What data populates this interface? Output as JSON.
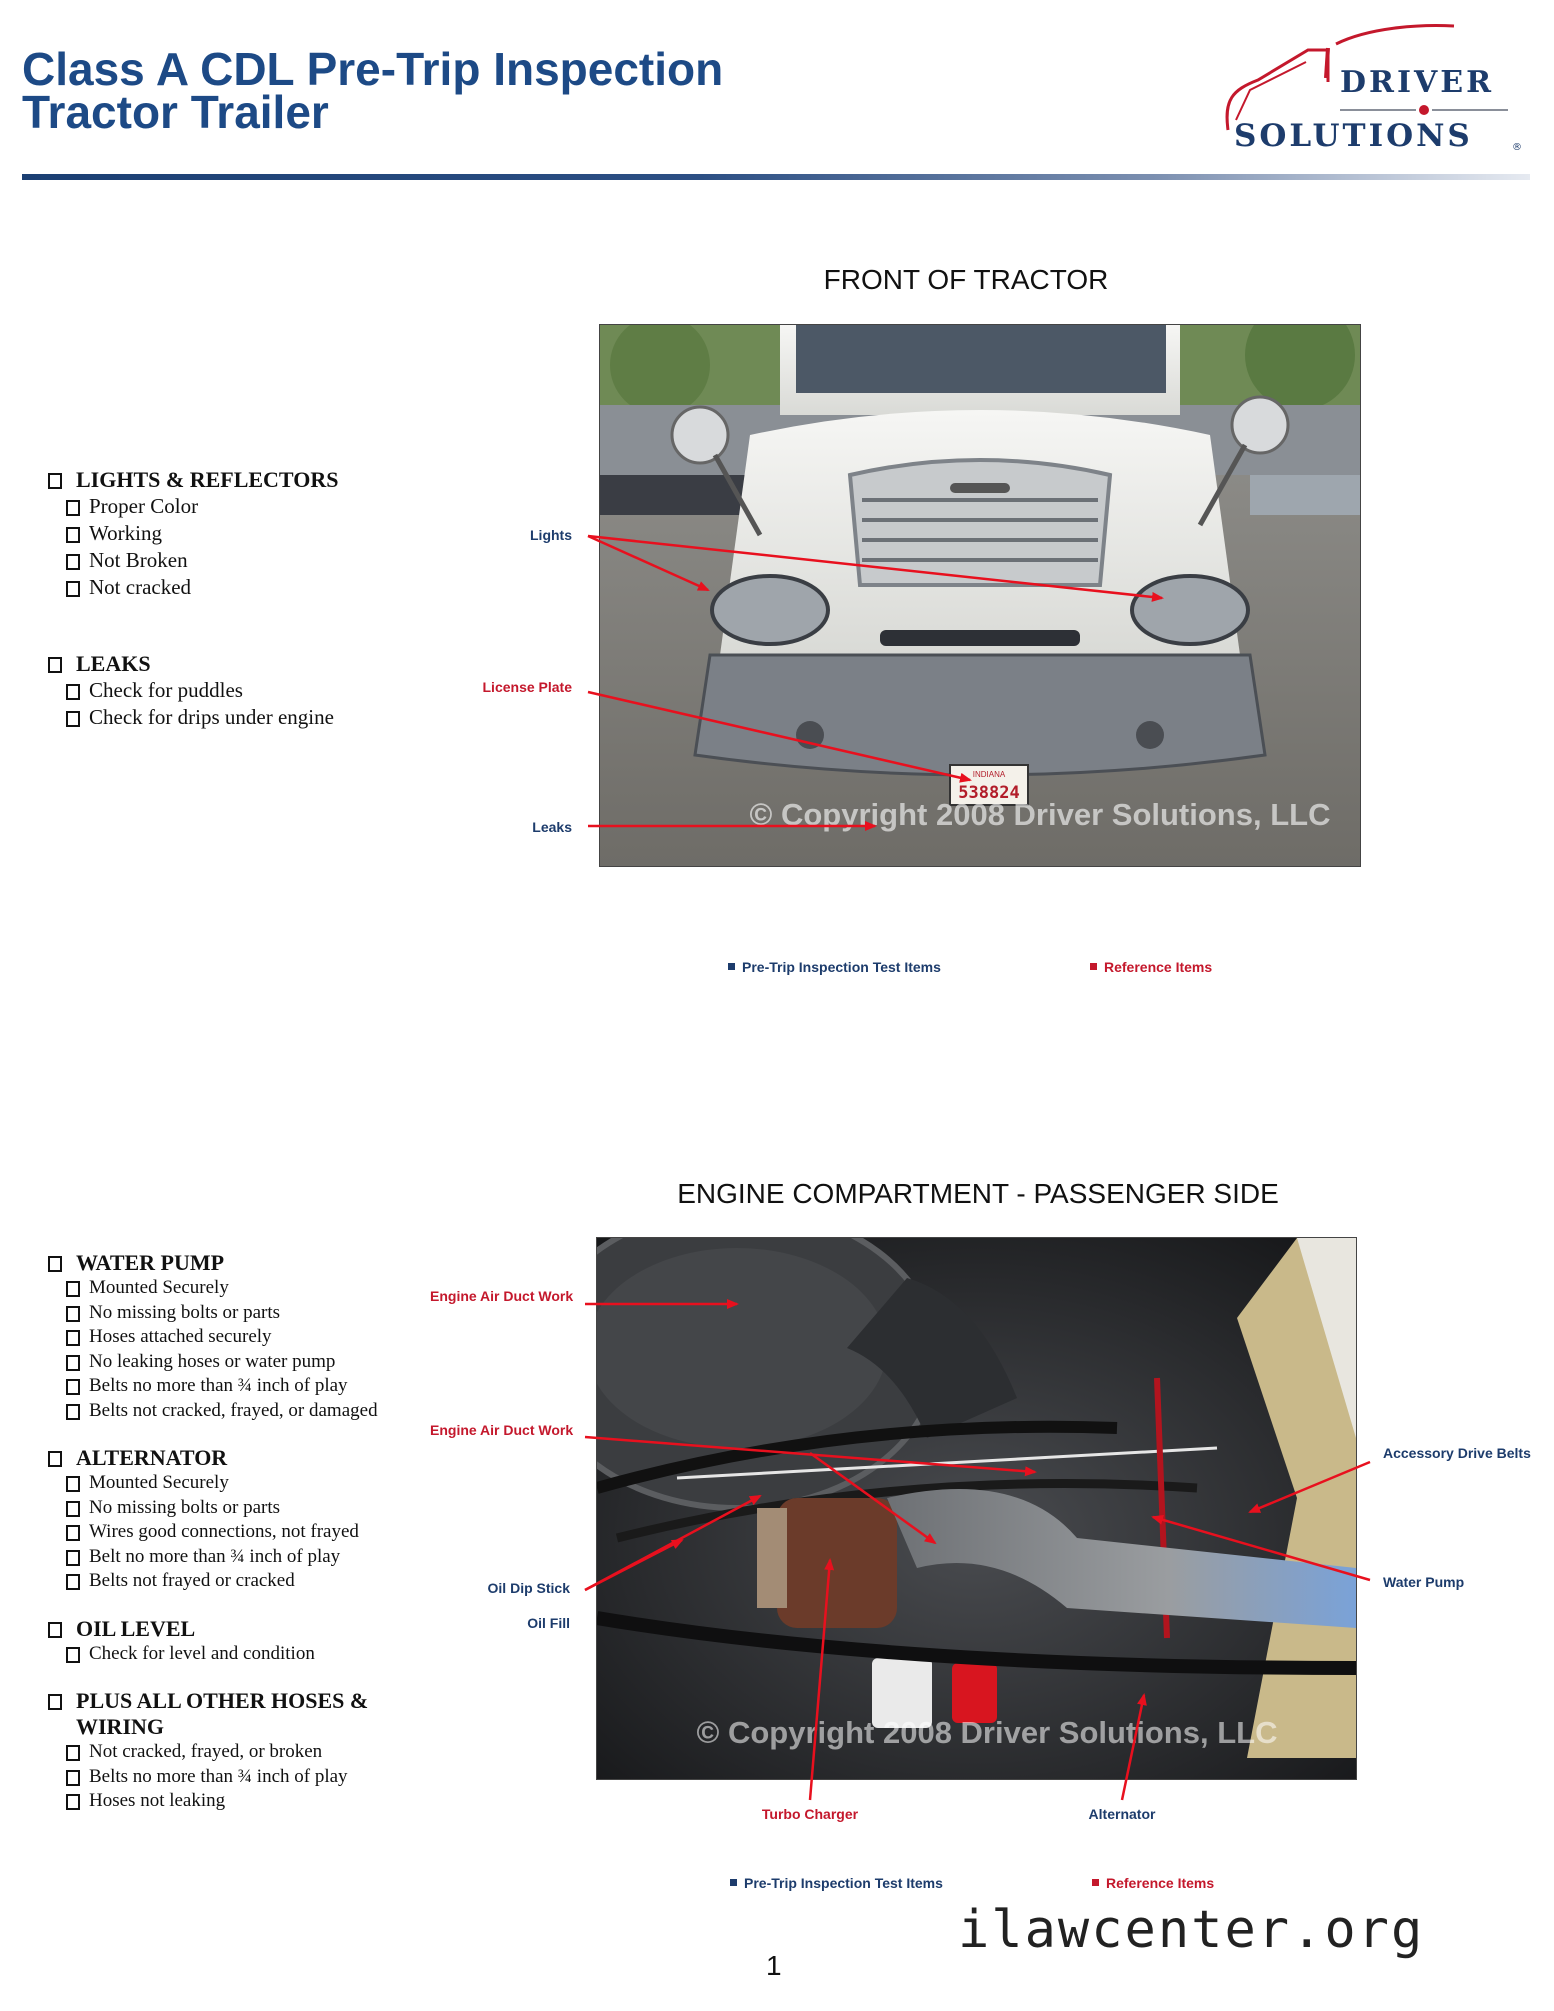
{
  "header": {
    "title_line1": "Class A CDL Pre-Trip Inspection",
    "title_line2": "Tractor Trailer",
    "logo": {
      "word1": "DRIVER",
      "word2": "SOLUTIONS",
      "mark": "®"
    },
    "rule_color": "#1b3f73"
  },
  "section1": {
    "heading": "FRONT OF TRACTOR",
    "checklist": [
      {
        "title": "LIGHTS & REFLECTORS",
        "items": [
          "Proper Color",
          "Working",
          "Not Broken",
          "Not cracked"
        ]
      },
      {
        "title": "LEAKS",
        "items": [
          "Check for puddles",
          "Check for drips under engine"
        ]
      }
    ],
    "callouts": {
      "lights": "Lights",
      "license_plate": "License Plate",
      "leaks": "Leaks"
    },
    "photo": {
      "plate_state": "INDIANA",
      "plate_number": "538824",
      "watermark": "© Copyright 2008 Driver Solutions, LLC"
    },
    "legend": {
      "test_items": "Pre-Trip Inspection Test Items",
      "reference_items": "Reference Items"
    }
  },
  "section2": {
    "heading": "ENGINE COMPARTMENT - PASSENGER SIDE",
    "checklist": [
      {
        "title": "WATER PUMP",
        "items": [
          "Mounted Securely",
          "No missing bolts or parts",
          "Hoses attached securely",
          "No leaking hoses or water pump",
          "Belts no more than ¾ inch of play",
          "Belts not cracked, frayed, or damaged"
        ]
      },
      {
        "title": "ALTERNATOR",
        "items": [
          "Mounted Securely",
          "No missing bolts or parts",
          "Wires good connections, not frayed",
          "Belt no more than ¾ inch of play",
          "Belts not frayed or cracked"
        ]
      },
      {
        "title": "OIL LEVEL",
        "items": [
          "Check for level and condition"
        ]
      },
      {
        "title": "PLUS ALL OTHER HOSES & WIRING",
        "items": [
          "Not cracked, frayed, or broken",
          "Belts no more than ¾ inch of play",
          "Hoses not leaking"
        ]
      }
    ],
    "callouts": {
      "air_duct_1": "Engine Air Duct Work",
      "air_duct_2": "Engine Air Duct Work",
      "oil_dip_stick": "Oil Dip Stick",
      "oil_fill": "Oil Fill",
      "accessory_belts": "Accessory Drive Belts",
      "water_pump": "Water Pump",
      "turbo_charger": "Turbo Charger",
      "alternator": "Alternator"
    },
    "photo": {
      "watermark": "© Copyright 2008 Driver Solutions, LLC"
    },
    "legend": {
      "test_items": "Pre-Trip Inspection Test Items",
      "reference_items": "Reference Items"
    }
  },
  "footer": {
    "site_watermark": "ilawcenter.org",
    "page_number": "1"
  },
  "colors": {
    "test_item_blue": "#1d3c6c",
    "reference_red": "#c4182c",
    "arrow_red": "#e8101e"
  }
}
